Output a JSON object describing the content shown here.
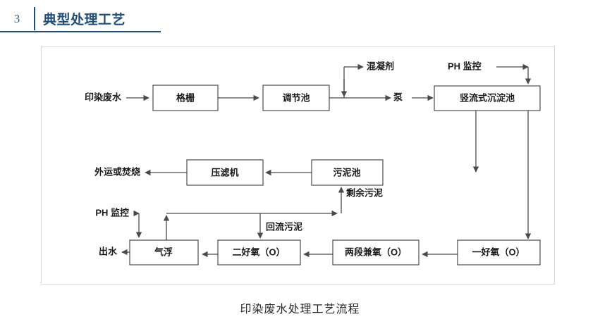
{
  "header": {
    "number": "3",
    "title": "典型处理工艺"
  },
  "diagram": {
    "caption": "印染废水处理工艺流程",
    "accent_color": "#1f4e79",
    "line_color": "#4a4a4a",
    "box_stroke": "#3d3d3d",
    "frame_border": "#d8d8d8",
    "boxes": [
      {
        "id": "grid",
        "label": "格栅"
      },
      {
        "id": "regulating",
        "label": "调节池"
      },
      {
        "id": "settler",
        "label": "竖流式沉淀池"
      },
      {
        "id": "filterpress",
        "label": "压滤机"
      },
      {
        "id": "sludgepool",
        "label": "污泥池"
      },
      {
        "id": "flotation",
        "label": "气浮"
      },
      {
        "id": "aerobic2",
        "label": "二好氧（O）"
      },
      {
        "id": "anoxic2",
        "label": "两段兼氧（O）"
      },
      {
        "id": "aerobic1",
        "label": "一好氧（O）"
      }
    ],
    "labels": [
      {
        "id": "influent",
        "text": "印染废水"
      },
      {
        "id": "coagulant",
        "text": "混凝剂"
      },
      {
        "id": "pump",
        "text": "泵"
      },
      {
        "id": "ph-top",
        "text": "PH 监控"
      },
      {
        "id": "disposal",
        "text": "外运或焚烧"
      },
      {
        "id": "excess",
        "text": "剩余污泥"
      },
      {
        "id": "ph-bottom",
        "text": "PH 监控"
      },
      {
        "id": "returnsludge",
        "text": "回流污泥"
      },
      {
        "id": "effluent",
        "text": "出水"
      }
    ]
  }
}
